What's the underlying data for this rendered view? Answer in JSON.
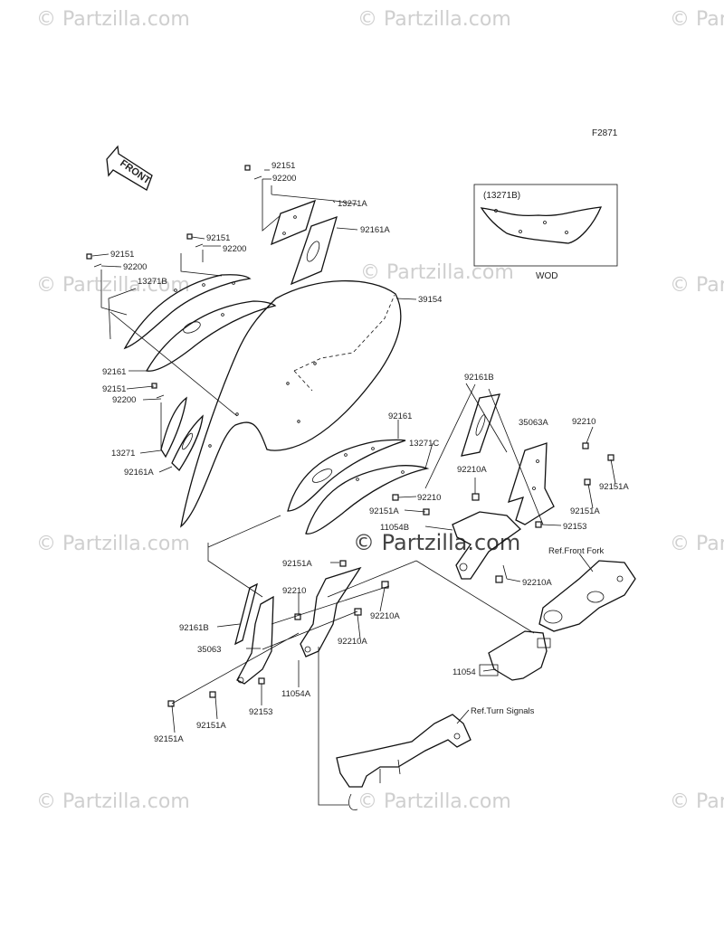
{
  "diagram": {
    "figure_code": "F2871",
    "front_label": "FRONT",
    "watermark": "© Partzilla.com",
    "inset": {
      "title": "(13271B)",
      "caption": "WOD"
    },
    "labels": {
      "p92151_a": "92151",
      "p92200_a": "92200",
      "p13271A": "13271A",
      "p92161A": "92161A",
      "p92151_b": "92151",
      "p92200_b": "92200",
      "p92151_c": "92151",
      "p92200_c": "92200",
      "p13271B": "13271B",
      "p39154": "39154",
      "p92161": "92161",
      "p92151_d": "92151",
      "p92200_d": "92200",
      "p13271": "13271",
      "p92161A_b": "92161A",
      "p92161B": "92161B",
      "p35063A": "35063A",
      "p92210_a": "92210",
      "p92161_b": "92161",
      "p13271C": "13271C",
      "p92210_b": "92210",
      "p92210A_a": "92210A",
      "p92151A_a": "92151A",
      "p92151A_b": "92151A",
      "p92151A_c": "92151A",
      "p11054B": "11054B",
      "p92153_a": "92153",
      "pRefFork": "Ref.Front Fork",
      "p92151A_d": "92151A",
      "p92210A_b": "92210A",
      "p92210_c": "92210",
      "p92210A_c": "92210A",
      "p92161B_b": "92161B",
      "p92210A_d": "92210A",
      "p35063": "35063",
      "p11054A": "11054A",
      "p11054": "11054",
      "p92153_b": "92153",
      "p92151A_e": "92151A",
      "p92151A_f": "92151A",
      "pRefTurn": "Ref.Turn Signals"
    }
  }
}
